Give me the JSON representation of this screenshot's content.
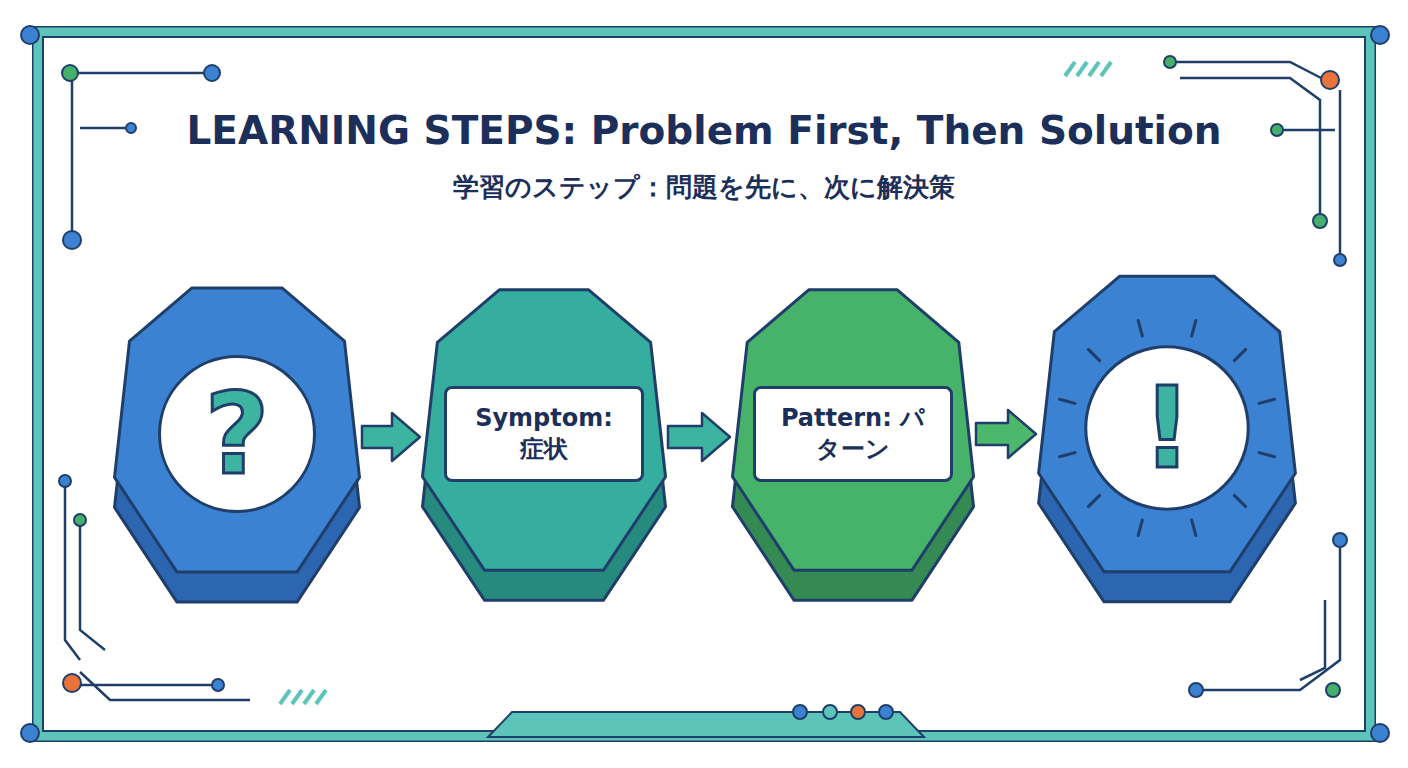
{
  "diagram": {
    "title": "LEARNING STEPS: Problem First, Then Solution",
    "nodes": [
      {
        "text": [
          "?"
        ]
      },
      {
        "text": [
          "Symptom: 症状"
        ]
      },
      {
        "text": [
          "Pattern: パターン"
        ]
      },
      {
        "text": [
          "!"
        ]
      }
    ],
    "edges": [
      {
        "from": 0,
        "to": 1,
        "arrow": "to"
      },
      {
        "from": 1,
        "to": 2,
        "arrow": "to"
      },
      {
        "from": 2,
        "to": 3,
        "arrow": "to"
      }
    ],
    "labels": [
      "学習のステップ：問題を先に、次に解決策"
    ]
  }
}
